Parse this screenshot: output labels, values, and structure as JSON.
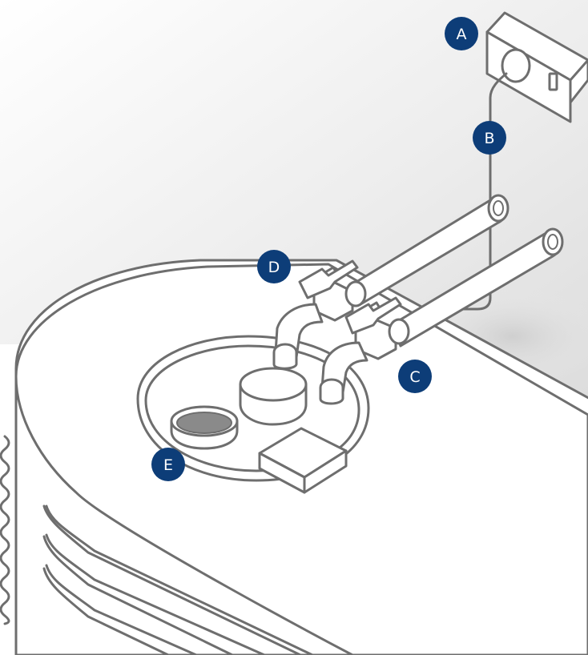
{
  "colors": {
    "badge": "#0d3d78",
    "line": "#6e6e6e",
    "wall": "#e6e6e6",
    "background": "#ffffff",
    "hatch": "#8a8a8a"
  },
  "labels": {
    "A": "A",
    "B": "B",
    "C": "C",
    "D": "D",
    "E": "E"
  }
}
